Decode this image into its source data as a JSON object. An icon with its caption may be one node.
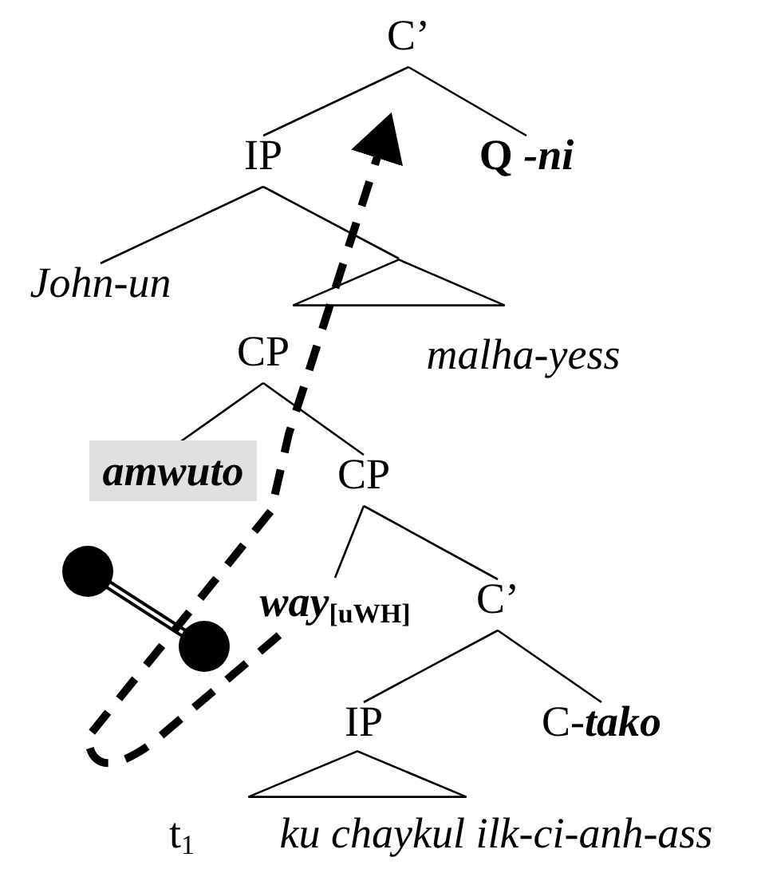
{
  "diagram": {
    "nodes": [
      {
        "text": [
          "C’"
        ]
      },
      {
        "text": [
          "IP"
        ]
      },
      {
        "text": [
          "Q *-ni*"
        ]
      },
      {
        "text": [
          "John-un"
        ]
      },
      {
        "text": [],
        "shape": "triangle"
      },
      {
        "text": [
          "CP"
        ]
      },
      {
        "text": [
          "malha-yess"
        ]
      },
      {
        "text": [
          "amwuto"
        ]
      },
      {
        "text": [
          "CP"
        ]
      },
      {
        "text": [
          "way$_{[uWH]}$"
        ]
      },
      {
        "text": [
          "C’"
        ]
      },
      {
        "text": [
          "IP"
        ]
      },
      {
        "text": [
          "C-**tako**"
        ]
      },
      {
        "text": [],
        "shape": "triangle"
      },
      {
        "text": [
          "t$_{1}$"
        ]
      },
      {
        "text": [
          "ku chaykul ilk-ci-anh-ass"
        ]
      }
    ],
    "edges": [
      {
        "from": 0,
        "to": 1,
        "arrow": "none"
      },
      {
        "from": 0,
        "to": 2,
        "arrow": "none"
      },
      {
        "from": 1,
        "to": 3,
        "arrow": "none"
      },
      {
        "from": 1,
        "to": 4,
        "arrow": "none"
      },
      {
        "from": 5,
        "to": 7,
        "arrow": "none"
      },
      {
        "from": 5,
        "to": 8,
        "arrow": "none"
      },
      {
        "from": 8,
        "to": 9,
        "arrow": "none"
      },
      {
        "from": 8,
        "to": 10,
        "arrow": "none"
      },
      {
        "from": 10,
        "to": 11,
        "arrow": "none"
      },
      {
        "from": 10,
        "to": 12,
        "arrow": "none"
      },
      {
        "from": 9,
        "to": 0,
        "arrow": "to",
        "style": "dashed"
      }
    ]
  }
}
